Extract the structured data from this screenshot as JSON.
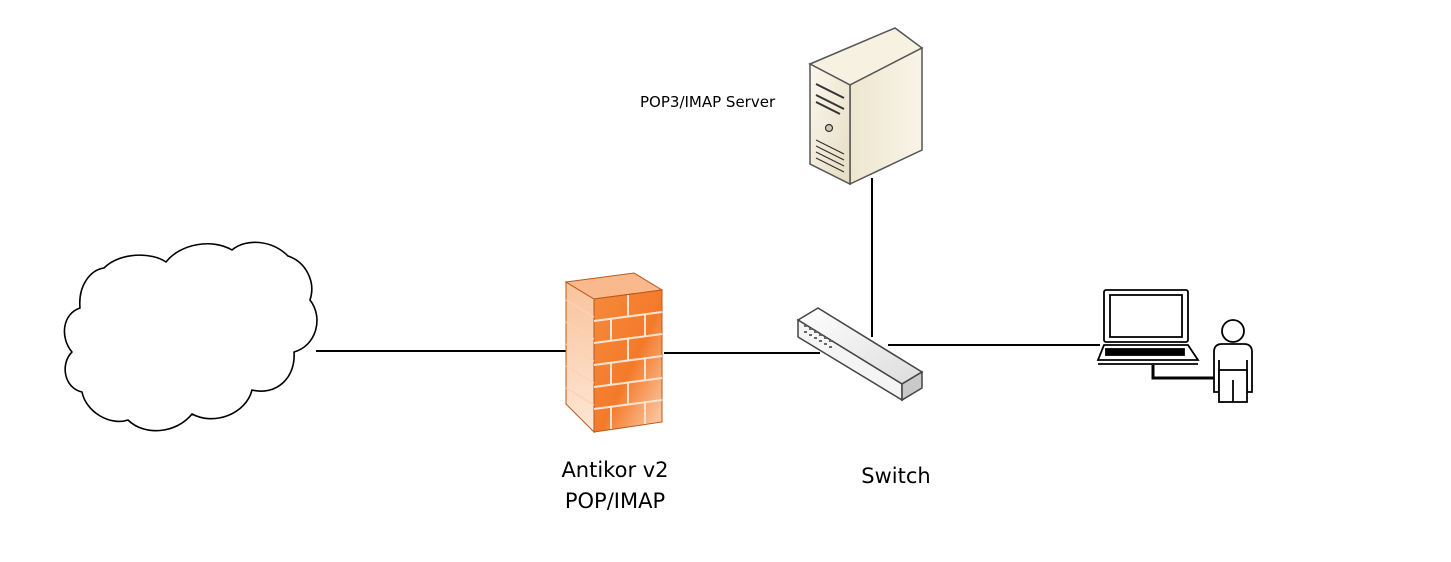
{
  "diagram": {
    "nodes": {
      "cloud": {
        "icon": "cloud-icon"
      },
      "firewall": {
        "icon": "firewall-icon",
        "label_line1": "Antikor v2",
        "label_line2": "POP/IMAP"
      },
      "server": {
        "icon": "server-icon",
        "label": "POP3/IMAP Server"
      },
      "switch": {
        "icon": "switch-icon",
        "label": "Switch"
      },
      "laptop": {
        "icon": "laptop-icon"
      },
      "user": {
        "icon": "user-icon"
      }
    },
    "links": [
      {
        "from": "cloud",
        "to": "firewall"
      },
      {
        "from": "firewall",
        "to": "switch"
      },
      {
        "from": "switch",
        "to": "server"
      },
      {
        "from": "switch",
        "to": "laptop"
      },
      {
        "from": "laptop",
        "to": "user"
      }
    ],
    "colors": {
      "firewall_orange": "#f47a2a",
      "server_beige": "#f3eddd",
      "line": "#000000"
    }
  }
}
